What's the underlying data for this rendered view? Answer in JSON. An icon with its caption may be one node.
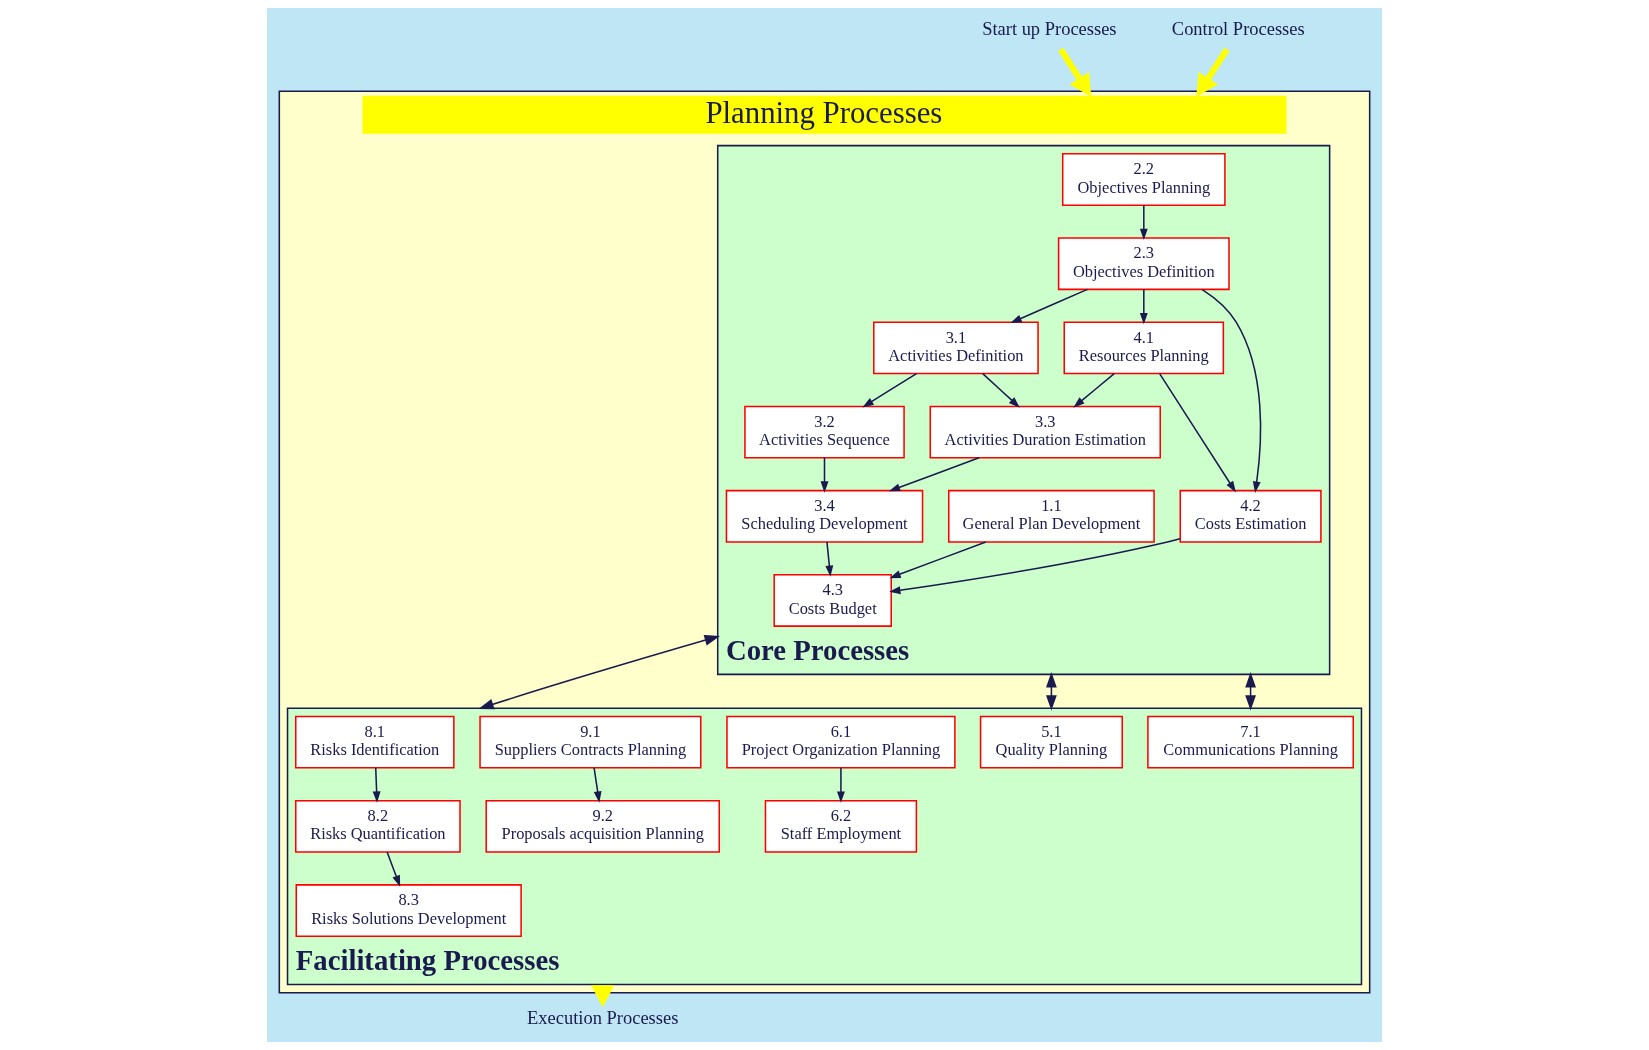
{
  "diagram": {
    "nodes": [
      {
        "text": [
          "Planning Processes"
        ]
      },
      {
        "text": [
          "Core Processes"
        ],
        "in": 0
      },
      {
        "text": [
          "2.2",
          "Objectives Planning"
        ],
        "in": 1
      },
      {
        "text": [
          "3.1",
          "Activities Definition"
        ],
        "in": 1
      },
      {
        "text": [
          "3.2",
          "Activities Sequence"
        ],
        "in": 1
      },
      {
        "text": [
          "2.3",
          "Objectives Definition"
        ],
        "in": 1
      },
      {
        "text": [
          "3.3",
          "Activities Duration Estimation"
        ],
        "in": 1
      },
      {
        "text": [
          "3.4",
          "Scheduling Development"
        ],
        "in": 1
      },
      {
        "text": [
          "4.1",
          "Resources Planning"
        ],
        "in": 1
      },
      {
        "text": [
          "4.3",
          "Costs Budget"
        ],
        "in": 1
      },
      {
        "text": [
          "4.2",
          "Costs Estimation"
        ],
        "in": 1
      },
      {
        "text": [
          "1.1",
          "General Plan Development"
        ],
        "in": 1
      },
      {
        "text": [
          "Facilitating Processes"
        ],
        "in": 0
      },
      {
        "text": [
          "5.1",
          "Quality Planning"
        ],
        "in": 12
      },
      {
        "text": [
          "7.1",
          "Communications Planning"
        ],
        "in": 12
      },
      {
        "text": [
          "8.1",
          "Risks Identification"
        ],
        "in": 12
      },
      {
        "text": [
          "8.2",
          "Risks Quantification"
        ],
        "in": 12
      },
      {
        "text": [
          "8.3",
          "Risks Solutions Development"
        ],
        "in": 12
      },
      {
        "text": [
          "6.1",
          "Project Organization Planning"
        ],
        "in": 12
      },
      {
        "text": [
          "6.2",
          "Staff Employment"
        ],
        "in": 12
      },
      {
        "text": [
          "9.1",
          "Suppliers Contracts Planning"
        ],
        "in": 12
      },
      {
        "text": [
          "9.2",
          "Proposals acquisition Planning"
        ],
        "in": 12
      },
      {
        "text": [
          "Start up Processes"
        ]
      },
      {
        "text": [
          "Control Processes"
        ]
      },
      {
        "text": [
          "Execution Processes"
        ]
      }
    ],
    "edges": [
      {
        "from": 2,
        "to": 5,
        "arrow": "to"
      },
      {
        "from": 5,
        "to": 3,
        "arrow": "to"
      },
      {
        "from": 5,
        "to": 8,
        "arrow": "to"
      },
      {
        "from": 5,
        "to": 10,
        "arrow": "to"
      },
      {
        "from": 3,
        "to": 4,
        "arrow": "to"
      },
      {
        "from": 3,
        "to": 6,
        "arrow": "to"
      },
      {
        "from": 4,
        "to": 7,
        "arrow": "to"
      },
      {
        "from": 8,
        "to": 6,
        "arrow": "to"
      },
      {
        "from": 8,
        "to": 10,
        "arrow": "to"
      },
      {
        "from": 6,
        "to": 7,
        "arrow": "to"
      },
      {
        "from": 7,
        "to": 9,
        "arrow": "to"
      },
      {
        "from": 10,
        "to": 9,
        "arrow": "to"
      },
      {
        "from": 11,
        "to": 9,
        "arrow": "to"
      },
      {
        "from": 1,
        "to": 12,
        "arrow": "both"
      },
      {
        "from": 1,
        "to": 12,
        "arrow": "both"
      },
      {
        "from": 1,
        "to": 12,
        "arrow": "both"
      },
      {
        "from": 15,
        "to": 16,
        "arrow": "to"
      },
      {
        "from": 16,
        "to": 17,
        "arrow": "to"
      },
      {
        "from": 18,
        "to": 19,
        "arrow": "to"
      },
      {
        "from": 20,
        "to": 21,
        "arrow": "to"
      },
      {
        "from": 22,
        "to": 0,
        "arrow": "to",
        "style": "thick",
        "color": "#ffff00"
      },
      {
        "from": 23,
        "to": 0,
        "arrow": "to",
        "style": "thick",
        "color": "#ffff00"
      },
      {
        "from": 0,
        "to": 24,
        "arrow": "to",
        "style": "thick",
        "color": "#ffff00"
      }
    ]
  }
}
